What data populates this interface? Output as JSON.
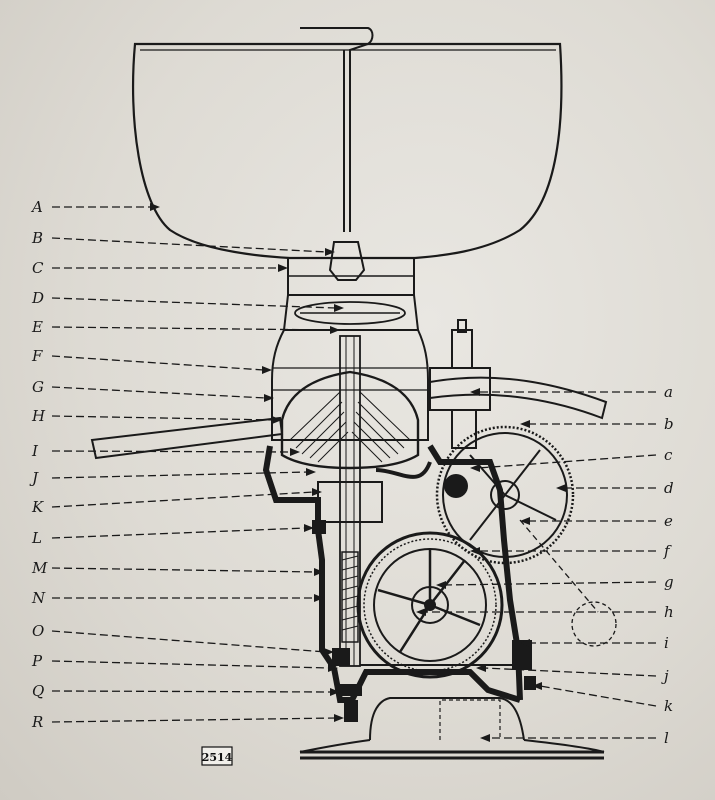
{
  "figure_number": "2514",
  "labels_left": [
    "A",
    "B",
    "C",
    "D",
    "E",
    "F",
    "G",
    "H",
    "I",
    "J",
    "K",
    "L",
    "M",
    "N",
    "O",
    "P",
    "Q",
    "R"
  ],
  "labels_right": [
    "a",
    "b",
    "c",
    "d",
    "e",
    "f",
    "g",
    "h",
    "i",
    "j",
    "k",
    "l"
  ],
  "colors": {
    "paper": "#e6e4df",
    "ink": "#1a1a1a"
  }
}
